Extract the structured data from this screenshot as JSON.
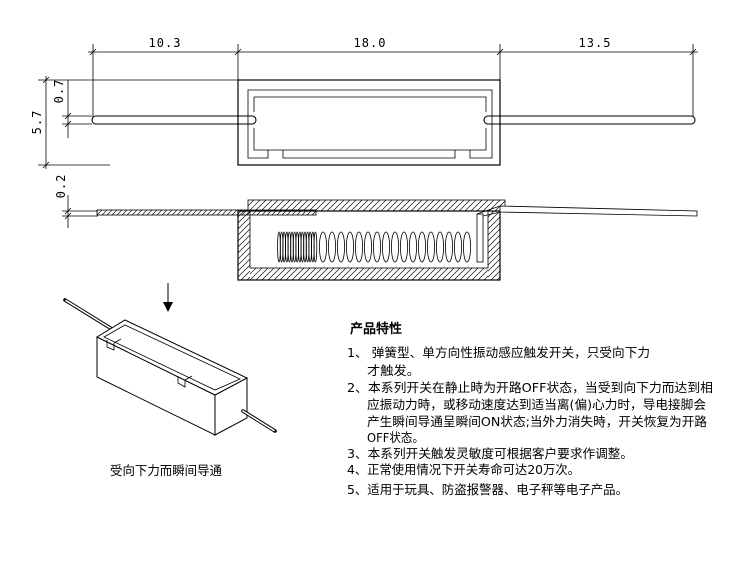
{
  "dimensions": {
    "top": [
      "10.3",
      "18.0",
      "13.5"
    ],
    "left": [
      "5.7",
      "0.7",
      "0.2"
    ]
  },
  "caption": "受向下力而瞬间导通",
  "features": {
    "title": "产品特性",
    "items": [
      {
        "lines": [
          "1、 弹簧型、单方向性振动感应触发开关，只受向下力",
          "才触发。"
        ]
      },
      {
        "lines": [
          "2、本系列开关在静止時为开路OFF状态，当受到向下力而达到相",
          "应振动力時，或移动速度达到适当离(偏)心力时，导电接脚会",
          "产生瞬间导通呈瞬间ON状态;当外力消失時，开关恢复为开路",
          "OFF状态。"
        ]
      },
      {
        "lines": [
          "3、本系列开关触发灵敏度可根据客户要求作调整。"
        ]
      },
      {
        "lines": [
          "4、正常使用情况下开关寿命可达20万次。"
        ]
      },
      {
        "lines": [
          "5、适用于玩具、防盗报警器、电子秤等电子产品。"
        ]
      }
    ]
  }
}
